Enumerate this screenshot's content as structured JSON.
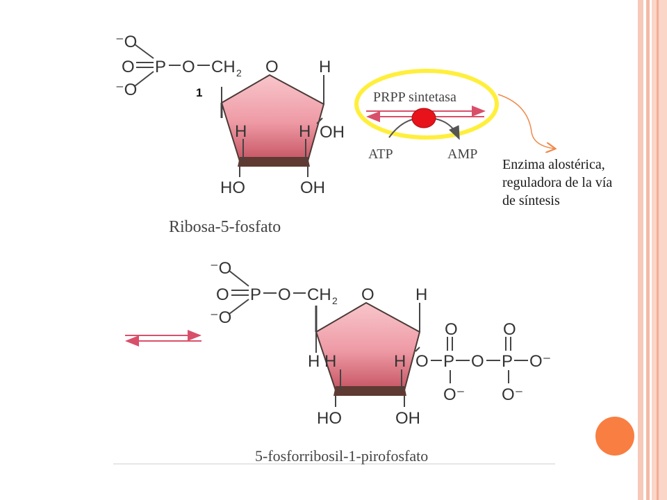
{
  "top_structure": {
    "o_top": "⁻O",
    "o_double": "O",
    "p": "P",
    "o_bottom": "⁻O",
    "o_link": "O",
    "ch2": "CH",
    "ch2_sub": "2",
    "ring_o": "O",
    "h_right": "H",
    "h_inner_left": "H",
    "h_inner_right": "H",
    "oh_c1": "OH",
    "ho_c3": "HO",
    "oh_c2": "OH",
    "name": "Ribosa-5-fosfato"
  },
  "step_number": "1",
  "enzyme": {
    "name": "PRPP sintetasa",
    "input": "ATP",
    "output": "AMP",
    "highlight_color": "#ffef3d",
    "marker_color": "#e8121a"
  },
  "annotation": {
    "lines": [
      "Enzima alostérica,",
      "reguladora de la vía",
      "de síntesis"
    ],
    "arrow_color": "#f08a4b"
  },
  "bottom_structure": {
    "o_top": "⁻O",
    "o_double": "O",
    "p": "P",
    "o_bottom": "⁻O",
    "o_link": "O",
    "ch2": "CH",
    "ch2_sub": "2",
    "ring_o": "O",
    "h_right": "H",
    "h_inner_left_a": "H",
    "h_inner_left_b": "H",
    "h_inner_right": "H",
    "bridge_o1": "O",
    "p1": "P",
    "bridge_o2": "O",
    "p2": "P",
    "o_end": "O⁻",
    "p1_top_o": "O",
    "p2_top_o": "O",
    "p1_bottom_o": "O⁻",
    "p2_bottom_o": "O⁻",
    "ho_c3": "HO",
    "oh_c2": "OH",
    "name": "5-fosforribosil-1-pirofosfato"
  },
  "colors": {
    "ring_fill_top": "#f3aeb6",
    "ring_fill_bottom": "#c65462",
    "ring_base": "#5e3a33",
    "arrow_pink": "#d94f6a",
    "accent_orange": "#f97e41",
    "border_peach": "#f6c9b8"
  }
}
